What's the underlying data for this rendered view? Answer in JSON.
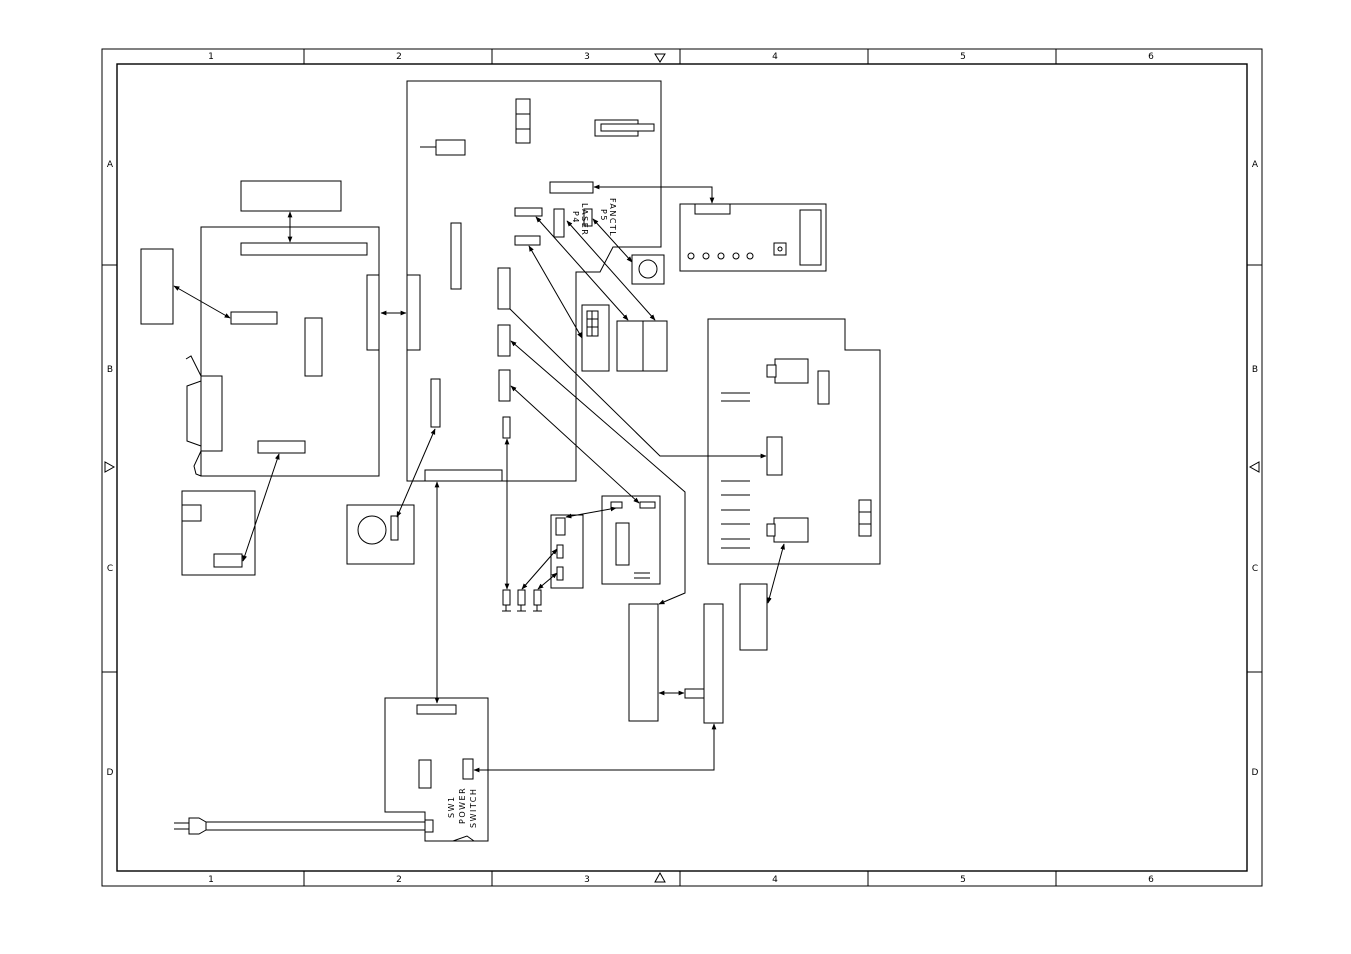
{
  "frame": {
    "columns": [
      "1",
      "2",
      "3",
      "4",
      "5",
      "6"
    ],
    "rows": [
      "A",
      "B",
      "C",
      "D"
    ]
  },
  "labels": {
    "p4": "P4",
    "laser": "LASER",
    "p5": "P5",
    "fanctl": "FANCTL",
    "sw1": "SW1",
    "power": "POWER",
    "switch": "SWITCH"
  }
}
